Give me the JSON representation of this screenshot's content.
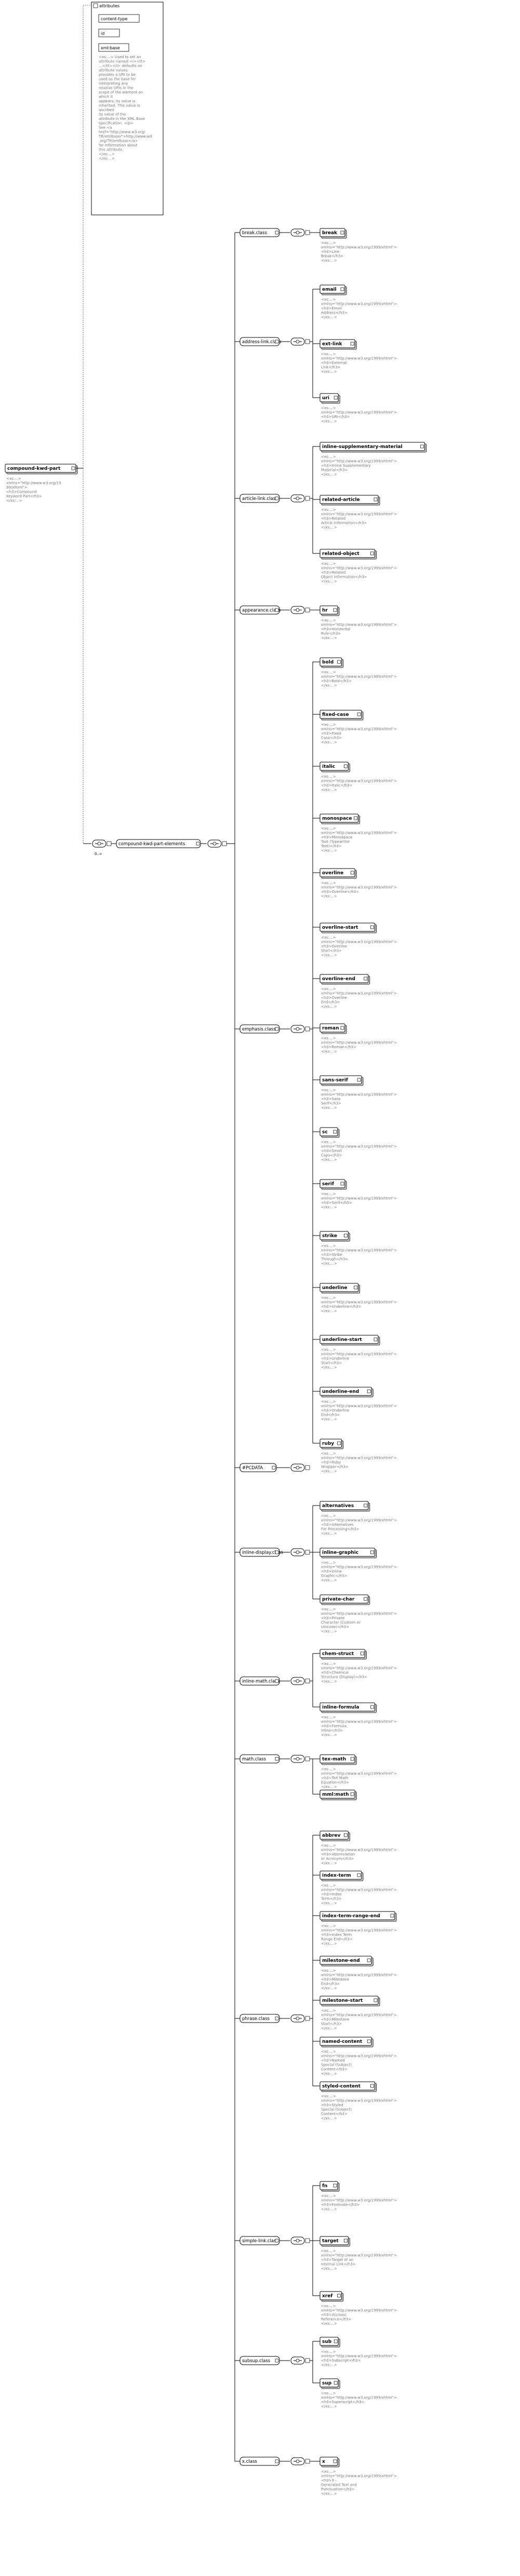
{
  "attributes_box": {
    "title": "attributes",
    "items": [
      "content-type",
      "id",
      "xml:base"
    ],
    "doc": [
      "<xs:...> Used to set an",
      "attribute named <i><tt>",
      "...</tt></i> defaults on",
      "attribute values",
      "provides a URI to be",
      "used as the base for",
      "interpreting any",
      "relative URIs in the",
      "scope of the element on",
      "which it",
      "appears; its value is",
      "inherited. This value is",
      "ascribed",
      "its value of the",
      "attribute in the XML Base",
      "specification. </p>",
      "See <a",
      "href=\"http://www.w3.org/",
      "TR/xmlbase/\">http://www.w3",
      ".org/TR/xmlbase</a>",
      "for information about",
      "this attribute.",
      "</xs:...>",
      "</xs:...>"
    ]
  },
  "root": {
    "label": "compound-kwd-part",
    "doc": [
      "<xs:...>",
      "xmlns=\"http://www.w3.org/19",
      "99/xhtml\">",
      "<h3>Compound",
      "Keyword Part</h3>",
      "</xs:...>"
    ]
  },
  "elements": {
    "label": "compound-kwd-part-elements",
    "occurs": "0..∞"
  },
  "choice_groups": [
    {
      "label": "break.class",
      "children": [
        {
          "label": "break",
          "doc": [
            "<xs:...>",
            "xmlns=\"http://www.w3.org/1999/xhtml\">",
            "<h3>Line",
            "Break</h3>",
            "</xs:...>"
          ]
        }
      ]
    },
    {
      "label": "address-link.class",
      "children": [
        {
          "label": "email",
          "doc": [
            "<xs:...>",
            "xmlns=\"http://www.w3.org/1999/xhtml\">",
            "<h3>Email",
            "Address</h3>",
            "</xs:...>"
          ]
        },
        {
          "label": "ext-link",
          "doc": [
            "<xs:...>",
            "xmlns=\"http://www.w3.org/1999/xhtml\">",
            "<h3>External",
            "Link</h3>",
            "</xs:...>"
          ]
        },
        {
          "label": "uri",
          "doc": [
            "<xs:...>",
            "xmlns=\"http://www.w3.org/1999/xhtml\">",
            "<h3>URI</h3>",
            "</xs:...>"
          ]
        }
      ]
    },
    {
      "label": "article-link.class",
      "children": [
        {
          "label": "inline-supplementary-material",
          "doc": [
            "<xs:...>",
            "xmlns=\"http://www.w3.org/1999/xhtml\">",
            "<h3>Inline Supplementary",
            "Material</h3>",
            "</xs:...>"
          ]
        },
        {
          "label": "related-article",
          "doc": [
            "<xs:...>",
            "xmlns=\"http://www.w3.org/1999/xhtml\">",
            "<h3>Related",
            "Article Information</h3>",
            "</xs:...>"
          ]
        },
        {
          "label": "related-object",
          "doc": [
            "<xs:...>",
            "xmlns=\"http://www.w3.org/1999/xhtml\">",
            "<h3>Related",
            "Object Information</h3>",
            "</xs:...>"
          ]
        }
      ]
    },
    {
      "label": "appearance.class",
      "children": [
        {
          "label": "hr",
          "doc": [
            "<xs:...>",
            "xmlns=\"http://www.w3.org/1999/xhtml\">",
            "<h3>Horizontal",
            "Rule</h3>",
            "</xs:...>"
          ]
        }
      ]
    },
    {
      "label": "emphasis.class",
      "children": [
        {
          "label": "bold",
          "doc": [
            "<xs:...>",
            "xmlns=\"http://www.w3.org/1999/xhtml\">",
            "<h3>Bold</h3>",
            "</xs:...>"
          ]
        },
        {
          "label": "fixed-case",
          "doc": [
            "<xs:...>",
            "xmlns=\"http://www.w3.org/1999/xhtml\">",
            "<h3>Fixed",
            "Case</h3>",
            "</xs:...>"
          ]
        },
        {
          "label": "italic",
          "doc": [
            "<xs:...>",
            "xmlns=\"http://www.w3.org/1999/xhtml\">",
            "<h3>Italic</h3>",
            "</xs:...>"
          ]
        },
        {
          "label": "monospace",
          "doc": [
            "<xs:...>",
            "xmlns=\"http://www.w3.org/1999/xhtml\">",
            "<h3>Monospace",
            "Text (Typewriter",
            "Text)</h3>",
            "</xs:...>"
          ]
        },
        {
          "label": "overline",
          "doc": [
            "<xs:...>",
            "xmlns=\"http://www.w3.org/1999/xhtml\">",
            "<h3>Overline</h3>",
            "</xs:...>"
          ]
        },
        {
          "label": "overline-start",
          "doc": [
            "<xs:...>",
            "xmlns=\"http://www.w3.org/1999/xhtml\">",
            "<h3>Overline",
            "Start</h3>",
            "</xs:...>"
          ]
        },
        {
          "label": "overline-end",
          "doc": [
            "<xs:...>",
            "xmlns=\"http://www.w3.org/1999/xhtml\">",
            "<h3>Overline",
            "End</h3>",
            "</xs:...>"
          ]
        },
        {
          "label": "roman",
          "doc": [
            "<xs:...>",
            "xmlns=\"http://www.w3.org/1999/xhtml\">",
            "<h3>Roman</h3>",
            "</xs:...>"
          ]
        },
        {
          "label": "sans-serif",
          "doc": [
            "<xs:...>",
            "xmlns=\"http://www.w3.org/1999/xhtml\">",
            "<h3>Sans",
            "Serif</h3>",
            "</xs:...>"
          ]
        },
        {
          "label": "sc",
          "doc": [
            "<xs:...>",
            "xmlns=\"http://www.w3.org/1999/xhtml\">",
            "<h3>Small",
            "Caps</h3>",
            "</xs:...>"
          ]
        },
        {
          "label": "serif",
          "doc": [
            "<xs:...>",
            "xmlns=\"http://www.w3.org/1999/xhtml\">",
            "<h3>Serif</h3>",
            "</xs:...>"
          ]
        },
        {
          "label": "strike",
          "doc": [
            "<xs:...>",
            "xmlns=\"http://www.w3.org/1999/xhtml\">",
            "<h3>Strike",
            "Through</h3>",
            "</xs:...>"
          ]
        },
        {
          "label": "underline",
          "doc": [
            "<xs:...>",
            "xmlns=\"http://www.w3.org/1999/xhtml\">",
            "<h3>Underline</h3>",
            "</xs:...>"
          ]
        },
        {
          "label": "underline-start",
          "doc": [
            "<xs:...>",
            "xmlns=\"http://www.w3.org/1999/xhtml\">",
            "<h3>Underline",
            "Start</h3>",
            "</xs:...>"
          ]
        },
        {
          "label": "underline-end",
          "doc": [
            "<xs:...>",
            "xmlns=\"http://www.w3.org/1999/xhtml\">",
            "<h3>Underline",
            "End</h3>",
            "</xs:...>"
          ]
        },
        {
          "label": "ruby",
          "doc": [
            "<xs:...>",
            "xmlns=\"http://www.w3.org/1999/xhtml\">",
            "<h3>Ruby",
            "Wrapper</h3>",
            "</xs:...>"
          ]
        }
      ]
    },
    {
      "label": "inline-display.class",
      "children": [
        {
          "label": "alternatives",
          "doc": [
            "<xs:...>",
            "xmlns=\"http://www.w3.org/1999/xhtml\">",
            "<h3>Alternatives",
            "For Processing</h3>",
            "</xs:...>"
          ]
        },
        {
          "label": "inline-graphic",
          "doc": [
            "<xs:...>",
            "xmlns=\"http://www.w3.org/1999/xhtml\">",
            "<h3>Inline",
            "Graphic</h3>",
            "</xs:...>"
          ]
        },
        {
          "label": "private-char",
          "doc": [
            "<xs:...>",
            "xmlns=\"http://www.w3.org/1999/xhtml\">",
            "<h3>Private",
            "Character (Custom or",
            "Unicode)</h3>",
            "</xs:...>"
          ]
        }
      ]
    },
    {
      "label": "inline-math.class",
      "children": [
        {
          "label": "chem-struct",
          "doc": [
            "<xs:...>",
            "xmlns=\"http://www.w3.org/1999/xhtml\">",
            "<h3>Chemical",
            "Structure (Display)</h3>",
            "</xs:...>"
          ]
        },
        {
          "label": "inline-formula",
          "doc": [
            "<xs:...>",
            "xmlns=\"http://www.w3.org/1999/xhtml\">",
            "<h3>Formula,",
            "Inline</h3>",
            "</xs:...>"
          ]
        }
      ]
    },
    {
      "label": "math.class",
      "children": [
        {
          "label": "tex-math",
          "doc": [
            "<xs:...>",
            "xmlns=\"http://www.w3.org/1999/xhtml\">",
            "<h3>TeX Math",
            "Equation</h3>",
            "</xs:...>"
          ]
        },
        {
          "label": "mml:math",
          "doc": []
        }
      ]
    },
    {
      "label": "phrase.class",
      "children": [
        {
          "label": "abbrev",
          "doc": [
            "<xs:...>",
            "xmlns=\"http://www.w3.org/1999/xhtml\">",
            "<h3>Abbreviation",
            "or Acronym</h3>",
            "</xs:...>"
          ]
        },
        {
          "label": "index-term",
          "doc": [
            "<xs:...>",
            "xmlns=\"http://www.w3.org/1999/xhtml\">",
            "<h3>Index",
            "Term</h3>",
            "</xs:...>"
          ]
        },
        {
          "label": "index-term-range-end",
          "doc": [
            "<xs:...>",
            "xmlns=\"http://www.w3.org/1999/xhtml\">",
            "<h3>Index Term",
            "Range End</h3>",
            "</xs:...>"
          ]
        },
        {
          "label": "milestone-end",
          "doc": [
            "<xs:...>",
            "xmlns=\"http://www.w3.org/1999/xhtml\">",
            "<h3>Milestone",
            "End</h3>",
            "</xs:...>"
          ]
        },
        {
          "label": "milestone-start",
          "doc": [
            "<xs:...>",
            "xmlns=\"http://www.w3.org/1999/xhtml\">",
            "<h3>Milestone",
            "Start</h3>",
            "</xs:...>"
          ]
        },
        {
          "label": "named-content",
          "doc": [
            "<xs:...>",
            "xmlns=\"http://www.w3.org/1999/xhtml\">",
            "<h3>Named",
            "Special (Subject)",
            "Content</h3>",
            "</xs:...>"
          ]
        },
        {
          "label": "styled-content",
          "doc": [
            "<xs:...>",
            "xmlns=\"http://www.w3.org/1999/xhtml\">",
            "<h3>Styled",
            "Special (Subject)",
            "Content</h3>",
            "</xs:...>"
          ]
        }
      ]
    },
    {
      "label": "simple-link.class",
      "children": [
        {
          "label": "fn",
          "doc": [
            "<xs:...>",
            "xmlns=\"http://www.w3.org/1999/xhtml\">",
            "<h3>Footnote</h3>",
            "</xs:...>"
          ]
        },
        {
          "label": "target",
          "doc": [
            "<xs:...>",
            "xmlns=\"http://www.w3.org/1999/xhtml\">",
            "<h3>Target of an",
            "Internal Link</h3>",
            "</xs:...>"
          ]
        },
        {
          "label": "xref",
          "doc": [
            "<xs:...>",
            "xmlns=\"http://www.w3.org/1999/xhtml\">",
            "<h3>X(cross)",
            "Reference</h3>",
            "</xs:...>"
          ]
        }
      ]
    },
    {
      "label": "subsup.class",
      "children": [
        {
          "label": "sub",
          "doc": [
            "<xs:...>",
            "xmlns=\"http://www.w3.org/1999/xhtml\">",
            "<h3>Subscript</h3>",
            "</xs:...>"
          ]
        },
        {
          "label": "sup",
          "doc": [
            "<xs:...>",
            "xmlns=\"http://www.w3.org/1999/xhtml\">",
            "<h3>Superscript</h3>",
            "</xs:...>"
          ]
        }
      ]
    },
    {
      "label": "x.class",
      "children": [
        {
          "label": "x",
          "doc": [
            "<xs:...>",
            "xmlns=\"http://www.w3.org/1999/xhtml\">",
            "<h3>X -",
            "Generated Text and",
            "Punctuation</h3>",
            "</xs:...>"
          ]
        }
      ]
    }
  ],
  "pcdata": {
    "label": "#PCDATA"
  },
  "colors": {
    "line": "#000000",
    "dotted": "#666666",
    "box_fill": "#ffffff",
    "doc_text": "#777777",
    "shadow": "#cccccc"
  }
}
